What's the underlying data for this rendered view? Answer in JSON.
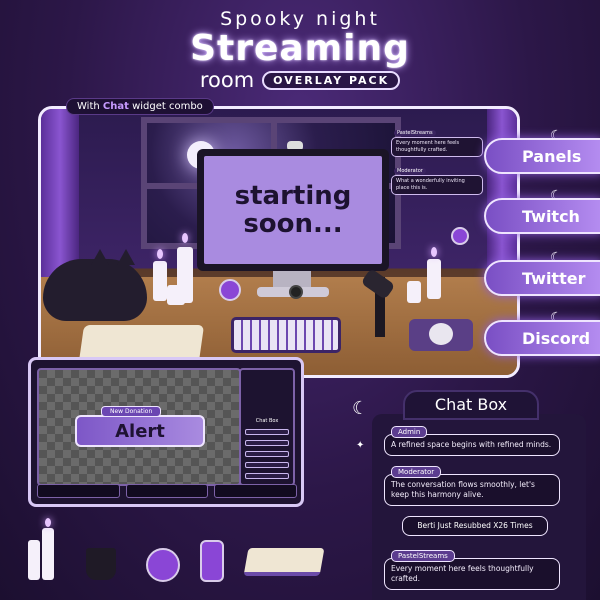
{
  "header": {
    "sub_title": "Spooky night",
    "main_title": "Streaming",
    "room": "room",
    "pack": "OVERLAY PACK"
  },
  "combo_tag": {
    "prefix": "With ",
    "highlight": "Chat",
    "suffix": " widget combo"
  },
  "scene": {
    "screen_line1": "starting",
    "screen_line2": "soon...",
    "mini_chat": [
      {
        "name": "PastelStreams",
        "text": "Every moment here feels thoughtfully crafted."
      },
      {
        "name": "Moderator",
        "text": "What a wonderfully inviting place this is."
      }
    ]
  },
  "side_buttons": [
    "Panels",
    "Twitch",
    "Twitter",
    "Discord"
  ],
  "overlay": {
    "new_donation": "New Donation",
    "alert": "Alert",
    "chat_title": "Chat Box"
  },
  "chat_box": {
    "title": "Chat Box",
    "messages": [
      {
        "name": "Admin",
        "text": "A refined space begins with refined minds."
      },
      {
        "name": "Moderator",
        "text": "The conversation flows smoothly, let's keep this harmony alive."
      },
      {
        "name": "PastelStreams",
        "text": "Every moment here feels thoughtfully crafted."
      }
    ],
    "sub_notice": "Berti Just Resubbed X26 Times"
  },
  "colors": {
    "accent": "#b48cf0",
    "background": "#2c1748",
    "panel": "#1a0f2c"
  }
}
